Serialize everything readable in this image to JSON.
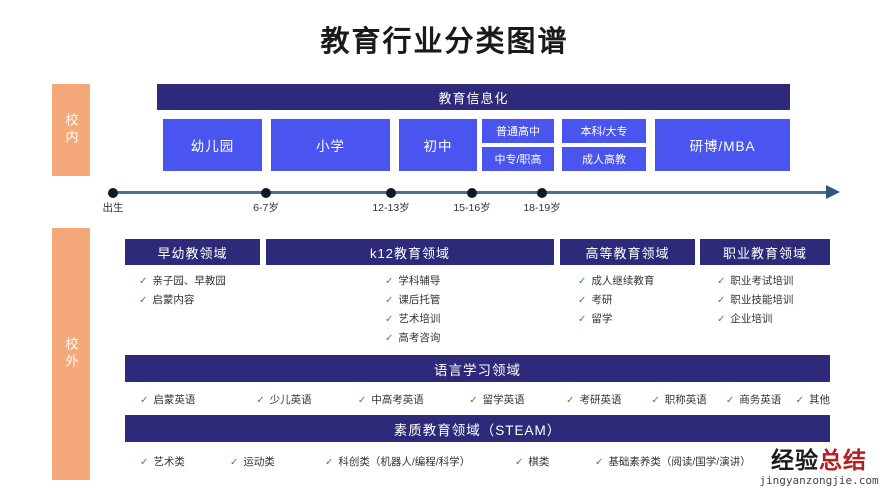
{
  "page": {
    "title": "教育行业分类图谱"
  },
  "rails": [
    {
      "id": "in",
      "label": "校内"
    },
    {
      "id": "out",
      "label": "校外"
    }
  ],
  "in_school": {
    "banner": "教育信息化",
    "stages": [
      {
        "label": "幼儿园"
      },
      {
        "label": "小学"
      },
      {
        "label": "初中"
      },
      {
        "label": "普通高中",
        "sub": "中专/职高",
        "split": true
      },
      {
        "label": "本科/大专",
        "sub": "成人高教",
        "split": true
      },
      {
        "label": "研博/MBA"
      }
    ]
  },
  "timeline": {
    "points": [
      {
        "label": "出生"
      },
      {
        "label": "6-7岁"
      },
      {
        "label": "12-13岁"
      },
      {
        "label": "15-16岁"
      },
      {
        "label": "18-19岁"
      }
    ]
  },
  "domains": [
    {
      "head": "早幼教领域",
      "items": [
        "亲子园、早教园",
        "启蒙内容"
      ]
    },
    {
      "head": "k12教育领域",
      "items": [
        "学科辅导",
        "课后托管",
        "艺术培训",
        "高考咨询"
      ]
    },
    {
      "head": "高等教育领域",
      "items": [
        "成人继续教育",
        "考研",
        "留学"
      ]
    },
    {
      "head": "职业教育领域",
      "items": [
        "职业考试培训",
        "职业技能培训",
        "企业培训"
      ]
    }
  ],
  "bands": [
    {
      "head": "语言学习领域",
      "items": [
        "启蒙英语",
        "少儿英语",
        "中高考英语",
        "留学英语",
        "考研英语",
        "职称英语",
        "商务英语",
        "其他"
      ]
    },
    {
      "head": "素质教育领域（STEAM）",
      "items": [
        "艺术类",
        "运动类",
        "科创类（机器人/编程/科学）",
        "棋类",
        "基础素养类（阅读/国学/演讲）"
      ]
    }
  ],
  "watermark": {
    "cn_left": "经验",
    "cn_right": "总结",
    "url": "jingyanzongjie.com"
  },
  "colors": {
    "navy": "#2d2a7a",
    "blue": "#4a55f0",
    "orange": "#f5a97a",
    "tick": "#3a8f4c",
    "timeline": "#4a6f96"
  }
}
